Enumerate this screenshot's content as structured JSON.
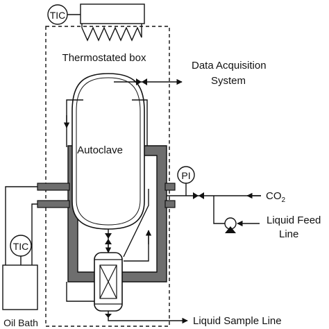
{
  "labels": {
    "tic_top": "TIC",
    "thermostated_box": "Thermostated box",
    "data_acq_line1": "Data Acquisition",
    "data_acq_line2": "System",
    "autoclave": "Autoclave",
    "pi": "PI",
    "co2_main": "CO",
    "co2_sub": "2",
    "liquid_feed_line1": "Liquid Feed",
    "liquid_feed_line2": "Line",
    "tic_oil": "TIC",
    "oil_bath": "Oil Bath",
    "liquid_sample_line": "Liquid Sample Line"
  },
  "colors": {
    "jacket_fill": "#6e6e6e",
    "stroke": "#111111",
    "background": "#ffffff"
  }
}
